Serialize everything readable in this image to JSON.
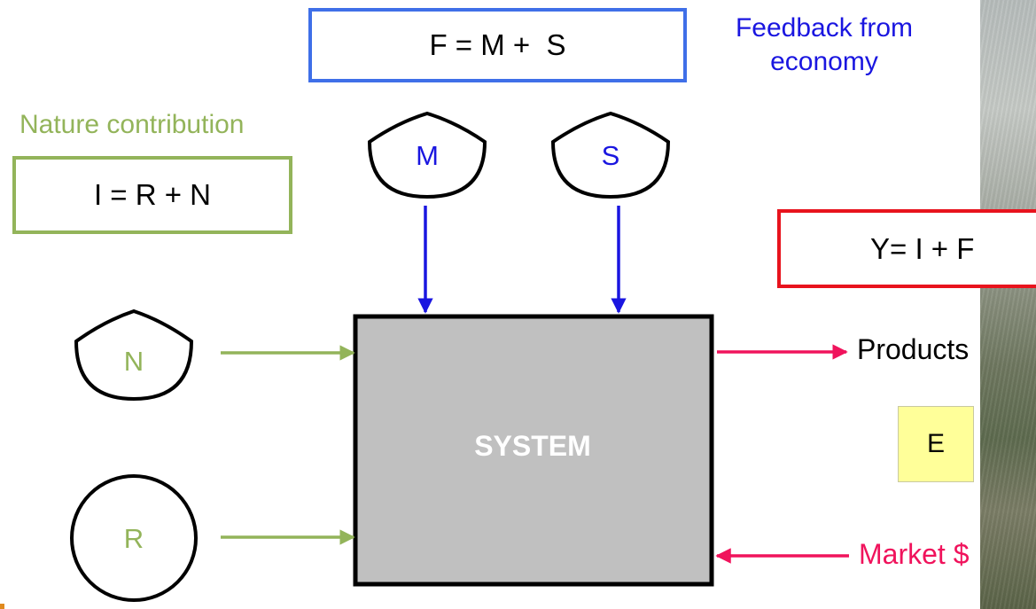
{
  "diagram": {
    "feedback": {
      "equation": "F = M +  S",
      "caption_line1": "Feedback from",
      "caption_line2": "economy"
    },
    "nature": {
      "caption": "Nature contribution",
      "equation": "I = R + N"
    },
    "yield": {
      "equation": "Y= I + F"
    },
    "sources": {
      "m": "M",
      "s": "S",
      "n": "N",
      "r": "R"
    },
    "system": {
      "label": "SYSTEM"
    },
    "outputs": {
      "products": "Products",
      "market": "Market $",
      "e": "E"
    }
  },
  "colors": {
    "blue_box": "#3f6fe8",
    "green": "#93b45a",
    "red_box": "#e8131d",
    "blue_arrow": "#1a16e0",
    "pink_arrow": "#f0135c",
    "system_fill": "#c0c0c0",
    "e_fill": "#ffff99",
    "blue_text": "#1a16e0",
    "green_text": "#93b45a",
    "pink_text": "#f0135c"
  }
}
